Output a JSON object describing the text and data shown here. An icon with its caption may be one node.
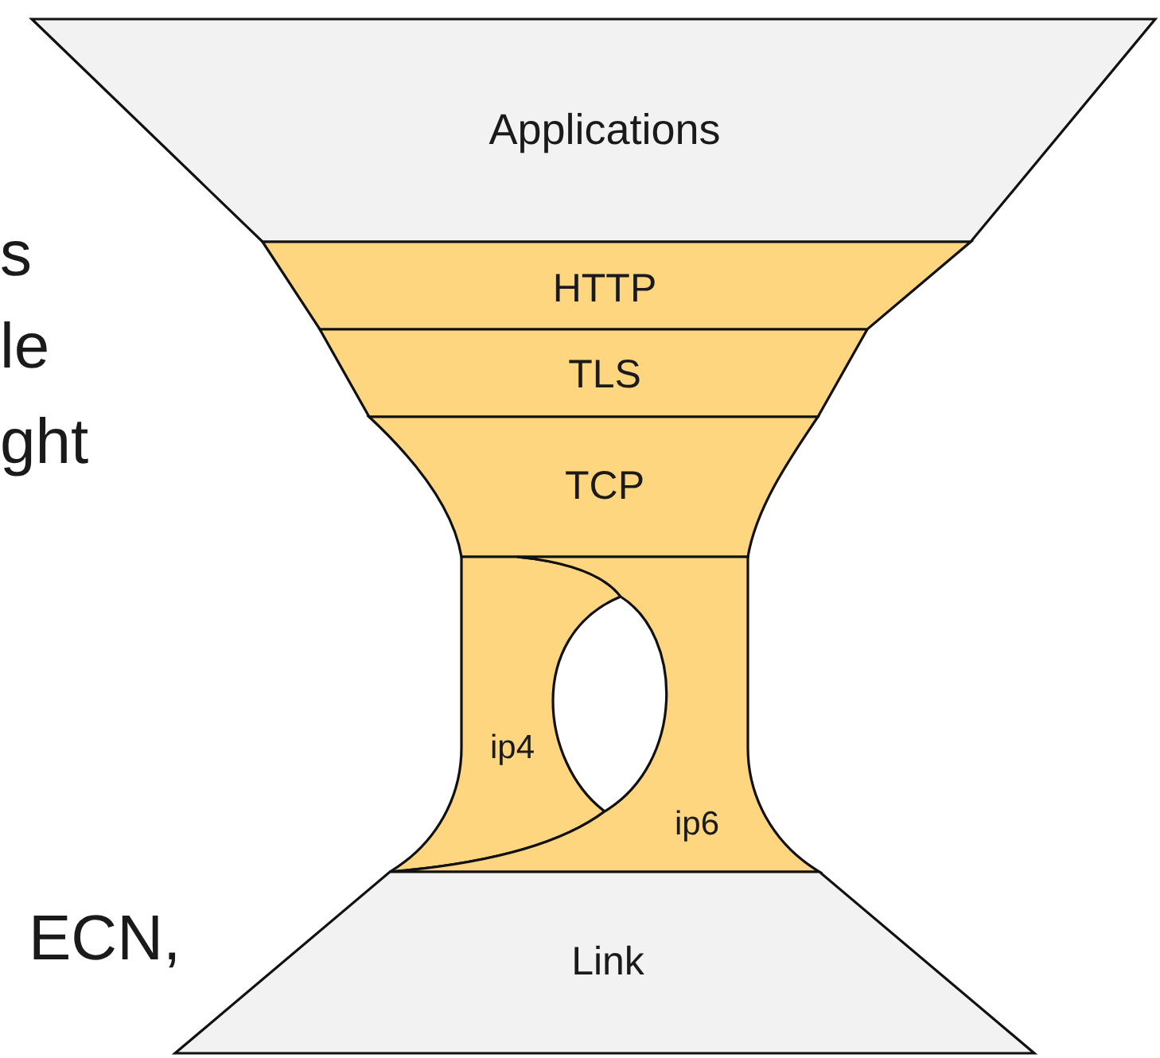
{
  "diagram": {
    "nodes": [
      {
        "text": [
          "Applications"
        ]
      },
      {
        "text": [
          "HTTP"
        ]
      },
      {
        "text": [
          "TLS"
        ]
      },
      {
        "text": [
          "TCP"
        ]
      },
      {
        "text": [
          "ip4"
        ]
      },
      {
        "text": [
          "ip6"
        ]
      },
      {
        "text": [
          "Link"
        ]
      }
    ],
    "labels": [
      "s",
      "le",
      "ght",
      "ECN,"
    ]
  }
}
